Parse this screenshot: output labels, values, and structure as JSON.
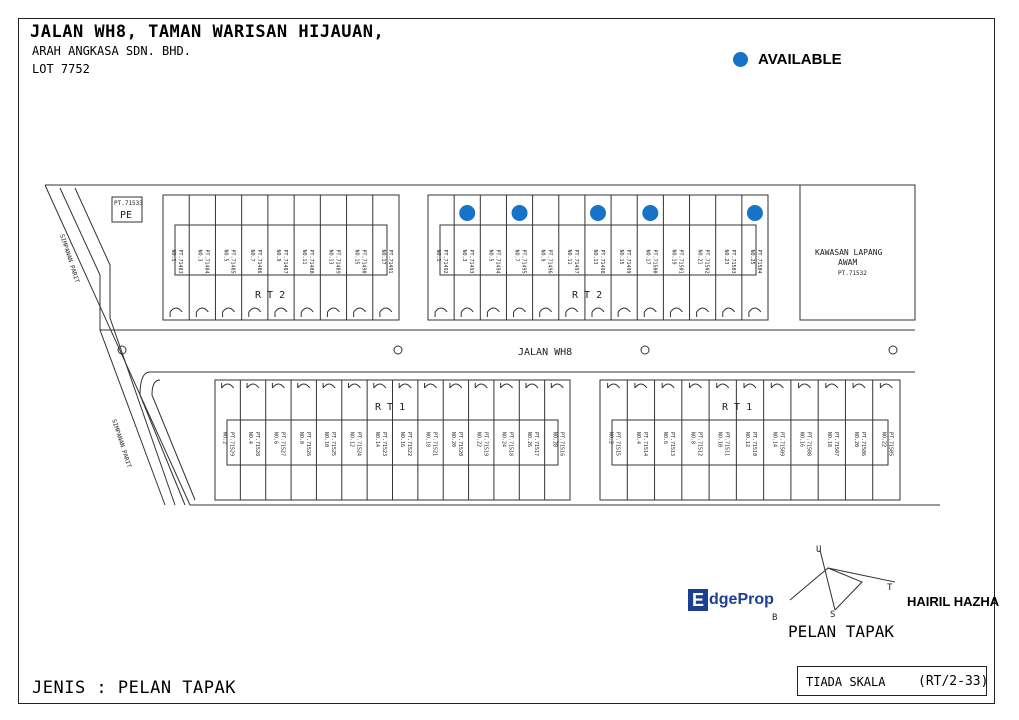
{
  "header": {
    "title": "JALAN WH8, TAMAN WARISAN HIJAUAN,",
    "developer": "ARAH ANGKASA SDN. BHD.",
    "lot": "LOT 7752"
  },
  "legend": {
    "label": "AVAILABLE",
    "color": "#1673c9"
  },
  "plan": {
    "road_main": "JALAN WH8",
    "road_side_left": "SIMPANAN PARIT",
    "open_space": "KAWASAN LAPANG",
    "open_space_2": "AWAM",
    "open_space_lot": "PT.71532",
    "pe_lot": "PT.71533",
    "pe_label": "PE",
    "rt2_label": "R   T   2",
    "rt1_label": "R   T   1",
    "row_top_left": [
      "PT.71483",
      "PT.71484",
      "PT.71485",
      "PT.71486",
      "PT.71487",
      "PT.71488",
      "PT.71489",
      "PT.71490",
      "PT.71491"
    ],
    "row_top_right": [
      "PT.71492",
      "PT.71493",
      "PT.71494",
      "PT.71495",
      "PT.71496",
      "PT.71497",
      "PT.71498",
      "PT.71499",
      "PT.71500",
      "PT.71501",
      "PT.71502",
      "PT.71503",
      "PT.71504"
    ],
    "row_bottom_left": [
      "PT.71529",
      "PT.71528",
      "PT.71527",
      "PT.71526",
      "PT.71525",
      "PT.71524",
      "PT.71523",
      "PT.71522",
      "PT.71521",
      "PT.71520",
      "PT.71519",
      "PT.71518",
      "PT.71517",
      "PT.71516"
    ],
    "row_bottom_right": [
      "PT.71515",
      "PT.71514",
      "PT.71513",
      "PT.71512",
      "PT.71511",
      "PT.71510",
      "PT.71509",
      "PT.71508",
      "PT.71507",
      "PT.71506",
      "PT.71505"
    ],
    "available_top_right_indices": [
      1,
      3,
      6,
      8,
      12
    ]
  },
  "footer": {
    "jenis": "JENIS : PELAN TAPAK",
    "scale": "TIADA SKALA",
    "ref": "(RT/2-33)",
    "plan_title": "PELAN TAPAK",
    "compass_b": "B",
    "compass_s": "S",
    "compass_t": "T",
    "compass_u": "U"
  },
  "watermark": {
    "brand": "dgeProp",
    "brand_letter": "E",
    "agent": "HAIRIL HAZHA"
  }
}
